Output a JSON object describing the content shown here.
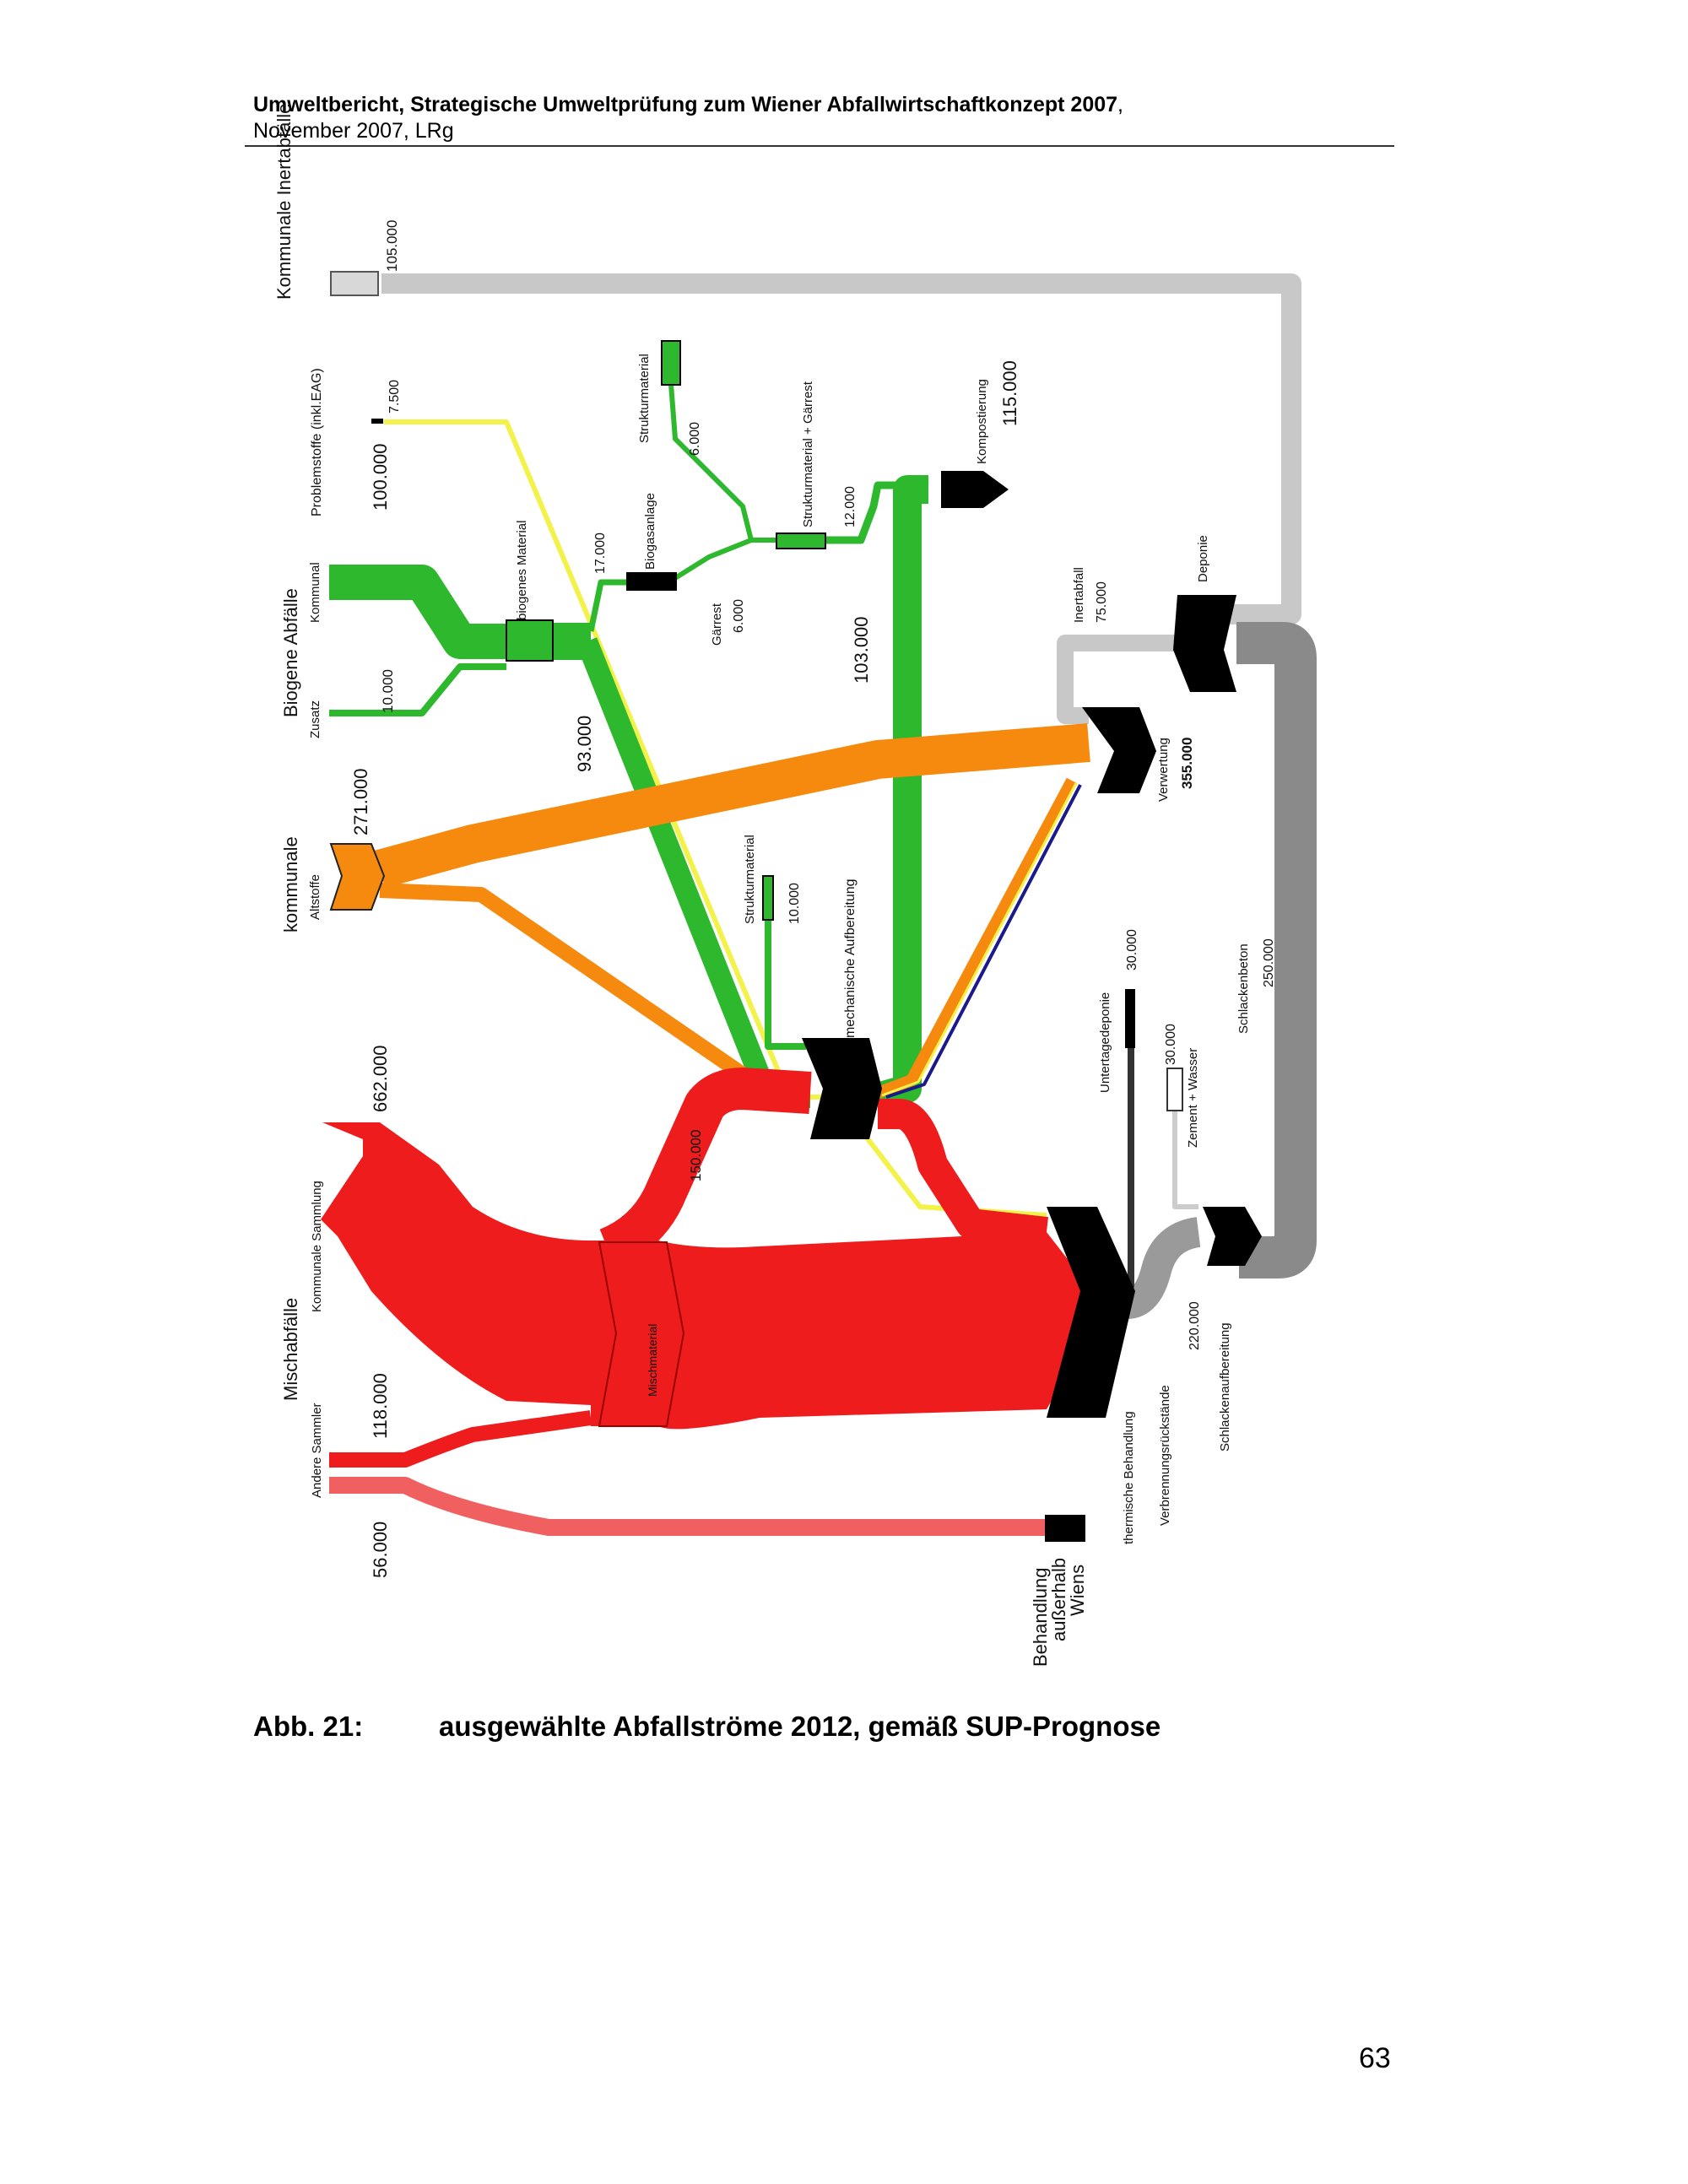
{
  "header": {
    "title": "Umweltbericht, Strategische Umweltprüfung zum Wiener Abfallwirtschaftkonzept 2007",
    "title_suffix": ",",
    "subtitle": "November 2007, LRg"
  },
  "diagram": {
    "sources": {
      "inert_group": "Kommunale Inertabfälle",
      "inert_value": "105.000",
      "problem_label": "Problemstoffe (inkl.EAG)",
      "problem_value": "7.500",
      "biogen_value_top": "100.000",
      "biogen_group": "Biogene Abfälle",
      "biogen_kommunal": "Kommunal",
      "biogen_zusatz": "Zusatz",
      "biogen_zusatz_value": "10.000",
      "altstoffe_value": "271.000",
      "altstoffe_group": "kommunale",
      "altstoffe_label": "Altstoffe",
      "misch_value": "662.000",
      "misch_kommunal": "Kommunale Sammlung",
      "misch_group": "Mischabfälle",
      "misch_andere": "Andere Sammler",
      "misch_andere_value": "118.000",
      "misch_extern_value": "56.000"
    },
    "intermediate": {
      "biogenes_material": "biogenes Material",
      "biogas_value": "17.000",
      "biogas_label": "Biogasanlage",
      "gaerrest_label": "Gärrest",
      "gaerrest_value": "6.000",
      "struktur_label": "Strukturmaterial",
      "struktur_value": "6.000",
      "struktur_gaerrest_label": "Strukturmaterial + Gärrest",
      "struktur_gaerrest_value": "12.000",
      "flow_93": "93.000",
      "flow_103": "103.000",
      "mech_label": "mechanische Aufbereitung",
      "mech_struktur_label": "Strukturmaterial",
      "mech_struktur_value": "10.000",
      "mischmaterial_label": "Mischmaterial",
      "flow_150": "150.000"
    },
    "targets": {
      "kompost_label": "Kompostierung",
      "kompost_value": "115.000",
      "inertabfall_label": "Inertabfall",
      "inertabfall_value": "75.000",
      "deponie_label": "Deponie",
      "verwertung_label": "Verwertung",
      "verwertung_value": "355.000",
      "schlackenbeton_label": "Schlackenbeton",
      "schlackenbeton_value": "250.000",
      "untertage_label": "Untertagedeponie",
      "untertage_value": "30.000",
      "zement_label": "Zement + Wasser",
      "zement_value": "30.000",
      "thermisch_label": "thermische Behandlung",
      "verbrennung_label": "Verbrennungsrückstände",
      "verbrennung_value": "220.000",
      "schlacken_label": "Schlackenaufbereitung",
      "extern_label_1": "Behandlung",
      "extern_label_2": "außerhalb",
      "extern_label_3": "Wiens"
    },
    "colors": {
      "inert": "#c8c8c8",
      "problem": "#f2f24a",
      "biogen": "#2db82d",
      "altstoffe": "#f58a0f",
      "misch": "#ee1c1c",
      "extern": "#f06060",
      "schlacke": "#8a8a8a",
      "node": "#000000",
      "blue": "#1a1a8c"
    }
  },
  "caption": {
    "number": "Abb. 21:",
    "text": "ausgewählte Abfallströme 2012, gemäß SUP-Prognose"
  },
  "page_number": "63"
}
